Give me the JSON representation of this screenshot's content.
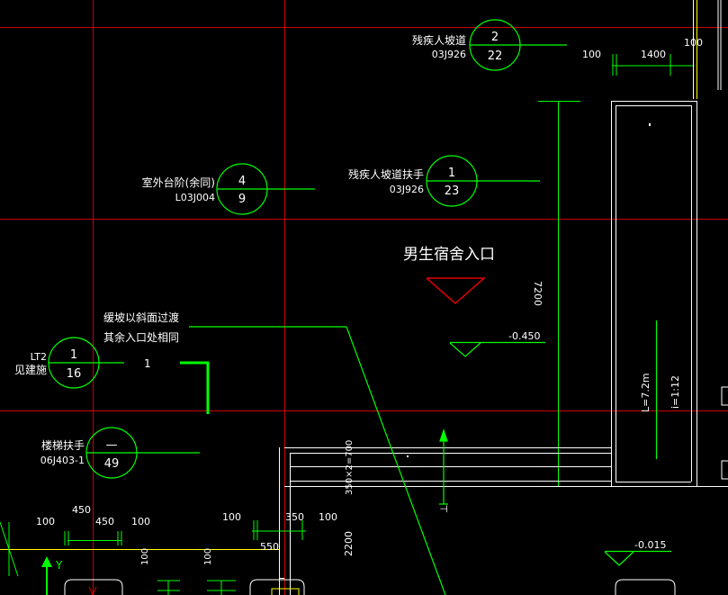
{
  "drawing": {
    "colors": {
      "background": "#000000",
      "axis_lines": "#cc0000",
      "annotations": "#00ff00",
      "walls": "#ffffff",
      "dimensions": "#ffff00",
      "ucs": "#00ff00"
    },
    "callouts": [
      {
        "label": "残疾人坡道",
        "ref": "03J926",
        "top": "2",
        "bottom": "22"
      },
      {
        "label": "残疾人坡道扶手",
        "ref": "03J926",
        "top": "1",
        "bottom": "23"
      },
      {
        "label": "室外台阶(余同)",
        "ref": "L03J004",
        "top": "4",
        "bottom": "9"
      },
      {
        "label": "LT2",
        "ref": "见建施",
        "top": "1",
        "bottom": "16"
      },
      {
        "label": "楼梯扶手",
        "ref": "06J403-1",
        "top": "—",
        "bottom": "49"
      }
    ],
    "notes": {
      "ramp_line1": "缓坡以斜面过渡",
      "ramp_line2": "其余入口处相同",
      "entrance_title": "男生宿舍入口",
      "elevation_1": "-0.450",
      "elevation_2": "-0.015",
      "stair_dim": "350×2=700",
      "dim_7200": "7200",
      "dim_2200": "2200",
      "ramp_length": "L=7.2m",
      "ramp_slope": "i=1:12",
      "stray_one": "1"
    },
    "dimensions": {
      "top_100a": "100",
      "top_1400": "1400",
      "top_100b": "100",
      "left_450": "450",
      "left_100a": "100",
      "left_450b": "450",
      "left_100b": "100",
      "mid_100": "100",
      "mid_350": "350",
      "mid_100b": "100",
      "mid_550": "550",
      "vert_100a": "100",
      "vert_100b": "100"
    },
    "ucs": {
      "y_label": "Y"
    }
  }
}
